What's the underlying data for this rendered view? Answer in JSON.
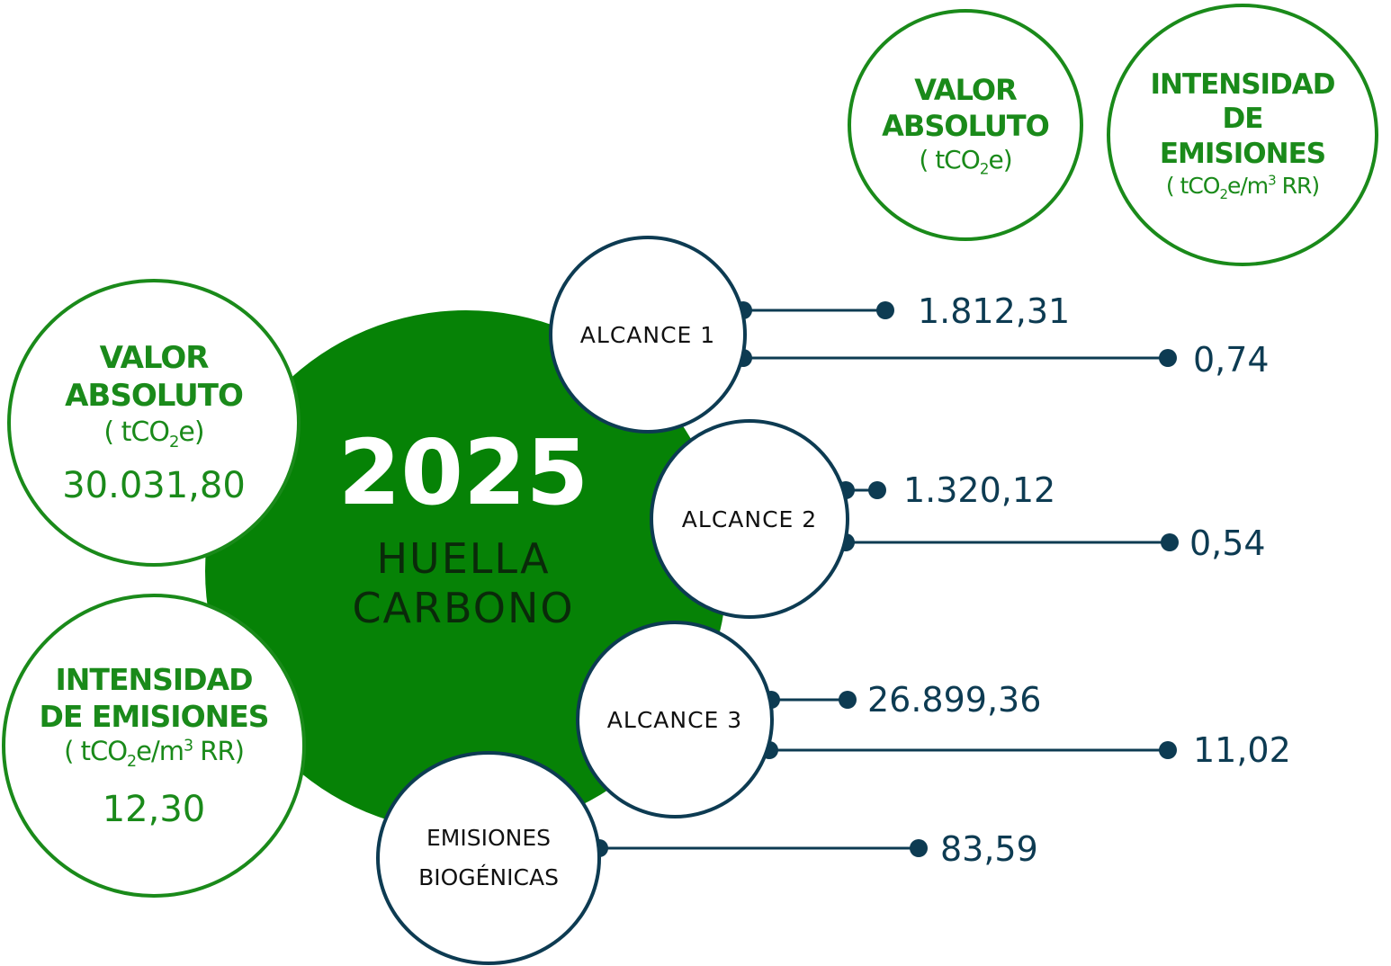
{
  "colors": {
    "green": "#068206",
    "ring_green": "#1a8a1a",
    "navy": "#0d3b52"
  },
  "center": {
    "year": "2025",
    "line1": "HUELLA",
    "line2": "CARBONO"
  },
  "legend_abs": {
    "l1": "VALOR",
    "l2": "ABSOLUTO",
    "unit_pre": "( tCO",
    "unit_sub": "2",
    "unit_post": "e)"
  },
  "legend_int": {
    "l1": "INTENSIDAD",
    "l2": "DE",
    "l3": "EMISIONES",
    "unit_pre": "( tCO",
    "unit_sub": "2",
    "unit_mid": "e/m",
    "unit_sup": "3",
    "unit_post": " RR)"
  },
  "total_abs": {
    "l1": "VALOR",
    "l2": "ABSOLUTO",
    "unit_pre": "( tCO",
    "unit_sub": "2",
    "unit_post": "e)",
    "value": "30.031,80"
  },
  "total_int": {
    "l1": "INTENSIDAD",
    "l2": "DE EMISIONES",
    "unit_pre": "( tCO",
    "unit_sub": "2",
    "unit_mid": "e/m",
    "unit_sup": "3",
    "unit_post": " RR)",
    "value": "12,30"
  },
  "scopes": [
    {
      "label": "ALCANCE 1",
      "absolute": "1.812,31",
      "intensity": "0,74"
    },
    {
      "label": "ALCANCE 2",
      "absolute": "1.320,12",
      "intensity": "0,54"
    },
    {
      "label": "ALCANCE 3",
      "absolute": "26.899,36",
      "intensity": "11,02"
    }
  ],
  "biogenic": {
    "l1": "EMISIONES",
    "l2": "BIOGÉNICAS",
    "absolute": "83,59"
  }
}
